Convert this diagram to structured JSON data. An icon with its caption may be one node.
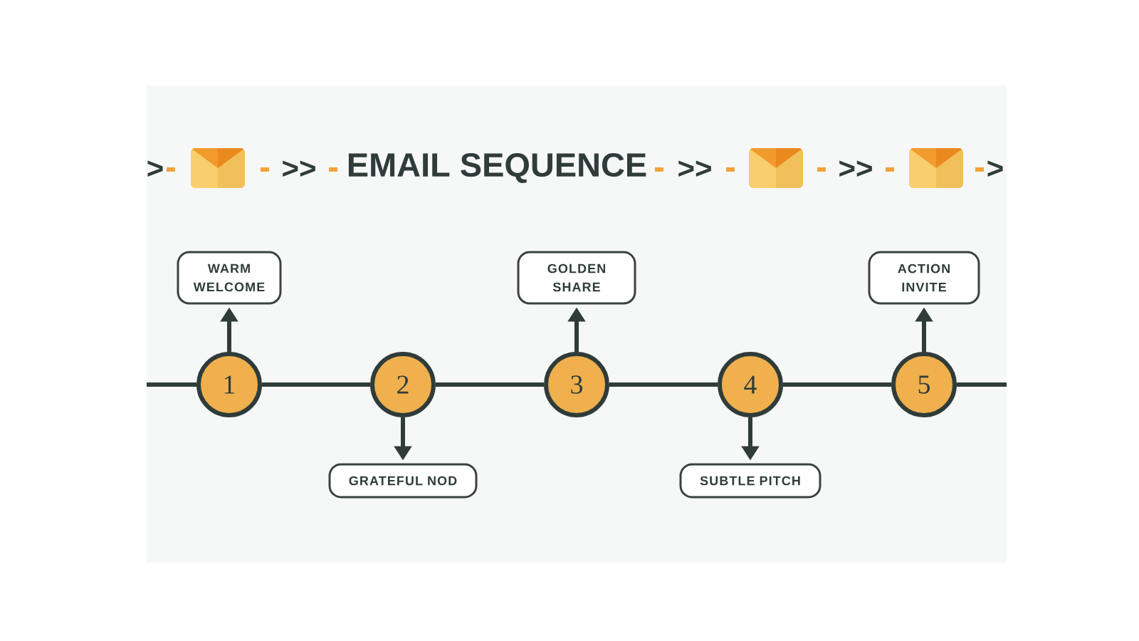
{
  "diagram": {
    "title": "EMAIL SEQUENCE",
    "nodes": [
      {
        "text": [
          "WARM WELCOME"
        ]
      },
      {
        "text": [
          "GOLDEN SHARE"
        ]
      },
      {
        "text": [
          "ACTION INVITE"
        ]
      },
      {
        "text": [
          "1"
        ]
      },
      {
        "text": [
          "2"
        ]
      },
      {
        "text": [
          "3"
        ]
      },
      {
        "text": [
          "4"
        ]
      },
      {
        "text": [
          "5"
        ]
      },
      {
        "text": [
          "GRATEFUL NOD"
        ]
      },
      {
        "text": [
          "SUBTLE PITCH"
        ]
      }
    ],
    "edges": [
      {
        "from": null,
        "to": 3,
        "arrow": "none"
      },
      {
        "from": 3,
        "to": 4,
        "arrow": "none"
      },
      {
        "from": 4,
        "to": 5,
        "arrow": "none"
      },
      {
        "from": 5,
        "to": 6,
        "arrow": "none"
      },
      {
        "from": 6,
        "to": 7,
        "arrow": "none"
      },
      {
        "from": 7,
        "to": null,
        "arrow": "none"
      },
      {
        "from": 3,
        "to": 0,
        "arrow": "to"
      },
      {
        "from": 4,
        "to": 8,
        "arrow": "to"
      },
      {
        "from": 5,
        "to": 1,
        "arrow": "to"
      },
      {
        "from": 6,
        "to": 9,
        "arrow": "to"
      },
      {
        "from": 7,
        "to": 2,
        "arrow": "to"
      }
    ],
    "labels": [
      ">",
      ">>",
      ">>",
      ">>",
      ">"
    ]
  }
}
